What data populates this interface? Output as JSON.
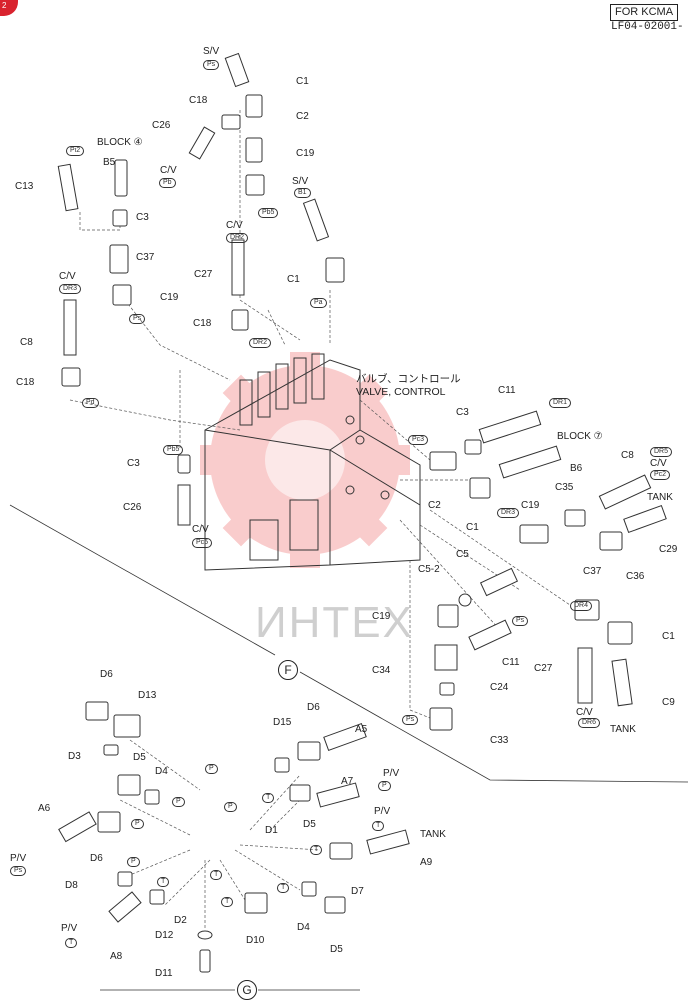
{
  "header": {
    "tag": "FOR KCMA",
    "code": "LF04-02001-",
    "corner_mark": "2"
  },
  "watermark": "ИНТЕХ",
  "section_marks": [
    "F",
    "G"
  ],
  "valve_label": {
    "japanese": "バルブ、コントロール",
    "english": "VALVE, CONTROL"
  },
  "labels": {
    "sv1": "S/V",
    "c1a": "C1",
    "c18a": "C18",
    "c26a": "C26",
    "c2a": "C2",
    "block4": "BLOCK ④",
    "b5": "B5",
    "c19a": "C19",
    "sv2": "S/V",
    "c3a": "C3",
    "c13": "C13",
    "c37a": "C37",
    "cv1": "C/V",
    "c19b": "C19",
    "cv2": "C/V",
    "c27a": "C27",
    "c1b": "C1",
    "cv3": "C/V",
    "c8a": "C8",
    "c18b": "C18",
    "c18c": "C18",
    "c11a": "C11",
    "c3b": "C3",
    "block7": "BLOCK ⑦",
    "b6": "B6",
    "c8b": "C8",
    "cv4": "C/V",
    "c2b": "C2",
    "c1c": "C1",
    "c35": "C35",
    "tank1": "TANK",
    "c19c": "C19",
    "c29": "C29",
    "c3c": "C3",
    "c26b": "C26",
    "cv5": "C/V",
    "c5": "C5",
    "c36": "C36",
    "c52": "C5-2",
    "c37b": "C37",
    "c19d": "C19",
    "c1d": "C1",
    "c34": "C34",
    "c11b": "C11",
    "c27b": "C27",
    "c24": "C24",
    "c9": "C9",
    "cv6": "C/V",
    "c33": "C33",
    "tank2": "TANK",
    "d6a": "D6",
    "d13": "D13",
    "d3": "D3",
    "d5a": "D5",
    "d15": "D15",
    "d6b": "D6",
    "a5": "A5",
    "d4a": "D4",
    "pv1": "P/V",
    "a7": "A7",
    "a6": "A6",
    "d5b": "D5",
    "d1": "D1",
    "pv2": "P/V",
    "pv3": "P/V",
    "d6c": "D6",
    "tank3": "TANK",
    "a9": "A9",
    "d7": "D7",
    "d8": "D8",
    "d2": "D2",
    "d10": "D10",
    "d4b": "D4",
    "d5c": "D5",
    "d12": "D12",
    "a8": "A8",
    "pv4": "P/V",
    "d11": "D11"
  },
  "port_tags": {
    "ps1": "Ps",
    "pb": "Pb",
    "b1": "B1",
    "pi2": "Pi2",
    "ps2": "Ps",
    "pb5": "Pb5",
    "dr2": "DR2",
    "pa": "Pa",
    "dr3": "DR3",
    "pd": "Pd",
    "dr2b": "DR2",
    "dr1": "DR1",
    "pc3": "Pc3",
    "pc2": "Pc2",
    "dr3b": "DR3",
    "dr4": "DR4",
    "pb5b": "Pb5",
    "pc5": "Pc5",
    "dr6": "DR6",
    "ps3": "Ps",
    "ps4": "Ps",
    "dr5": "DR5",
    "ps5": "Ps",
    "p1": "P",
    "p2": "P",
    "p3": "P",
    "t1": "T",
    "p4": "P",
    "t2": "T",
    "t3": "T",
    "p5": "P",
    "p6": "P",
    "t4": "T",
    "t5": "T",
    "t6": "T",
    "t7": "T",
    "t8": "T"
  }
}
